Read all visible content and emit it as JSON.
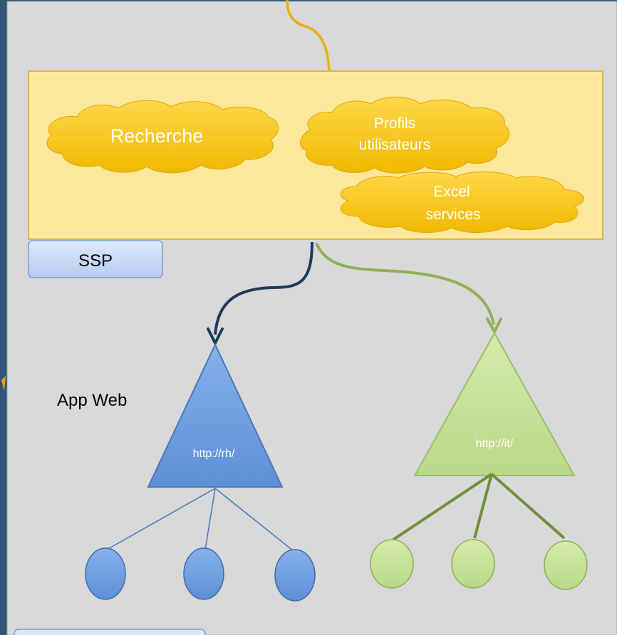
{
  "ssp_box": {
    "services": {
      "search": "Recherche",
      "profiles_line1": "Profils",
      "profiles_line2": "utilisateurs",
      "excel_line1": "Excel",
      "excel_line2": "services"
    },
    "tag": "SSP"
  },
  "web_apps": {
    "label": "App Web",
    "hr_url": "http://rh/",
    "it_url": "http://it/"
  },
  "colors": {
    "background_frame": "#2f5678",
    "panel": "#d8d8d8",
    "ssp_fill": "#fbe89a",
    "cloud": "#f5c400",
    "ssp_tag": "#c9dcf7",
    "hr_blue": "#6f9fe0",
    "it_green": "#c8e39a",
    "arrow_navy": "#1f3a5f",
    "arrow_green": "#8fb055",
    "connector_orange": "#e8b000"
  }
}
